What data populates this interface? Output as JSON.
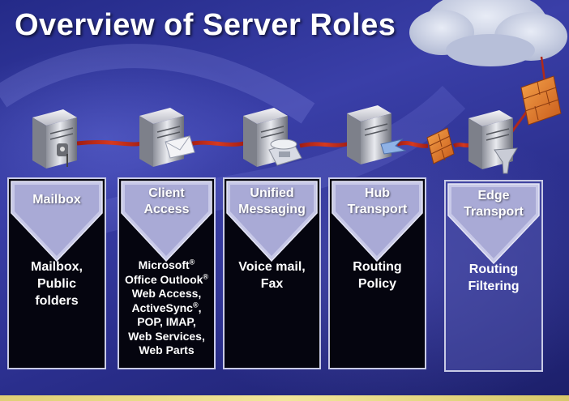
{
  "slide": {
    "title": "Overview of Server Roles",
    "accent_color": "#c8c9e8",
    "link_color": "#c02010"
  },
  "roles": [
    {
      "name": "Mailbox",
      "description_lines": [
        "Mailbox,",
        "Public",
        "folders"
      ],
      "icon": "mailbox-server-icon",
      "style": "dark"
    },
    {
      "name_lines": [
        "Client",
        "Access"
      ],
      "description_lines": [
        "Microsoft",
        "Office Outlook",
        "Web Access,",
        "ActiveSync",
        "POP, IMAP,",
        "Web Services,",
        "Web Parts"
      ],
      "registered_mark": "®",
      "icon": "client-access-server-icon",
      "style": "dark"
    },
    {
      "name_lines": [
        "Unified",
        "Messaging"
      ],
      "description_lines": [
        "Voice mail,",
        "Fax"
      ],
      "icon": "unified-messaging-server-icon",
      "style": "dark"
    },
    {
      "name_lines": [
        "Hub",
        "Transport"
      ],
      "description_lines": [
        "Routing",
        "Policy"
      ],
      "icon": "hub-transport-server-icon",
      "style": "dark"
    },
    {
      "name_lines": [
        "Edge",
        "Transport"
      ],
      "description_lines": [
        "Routing",
        "Filtering"
      ],
      "icon": "edge-transport-server-icon",
      "style": "blue"
    }
  ]
}
